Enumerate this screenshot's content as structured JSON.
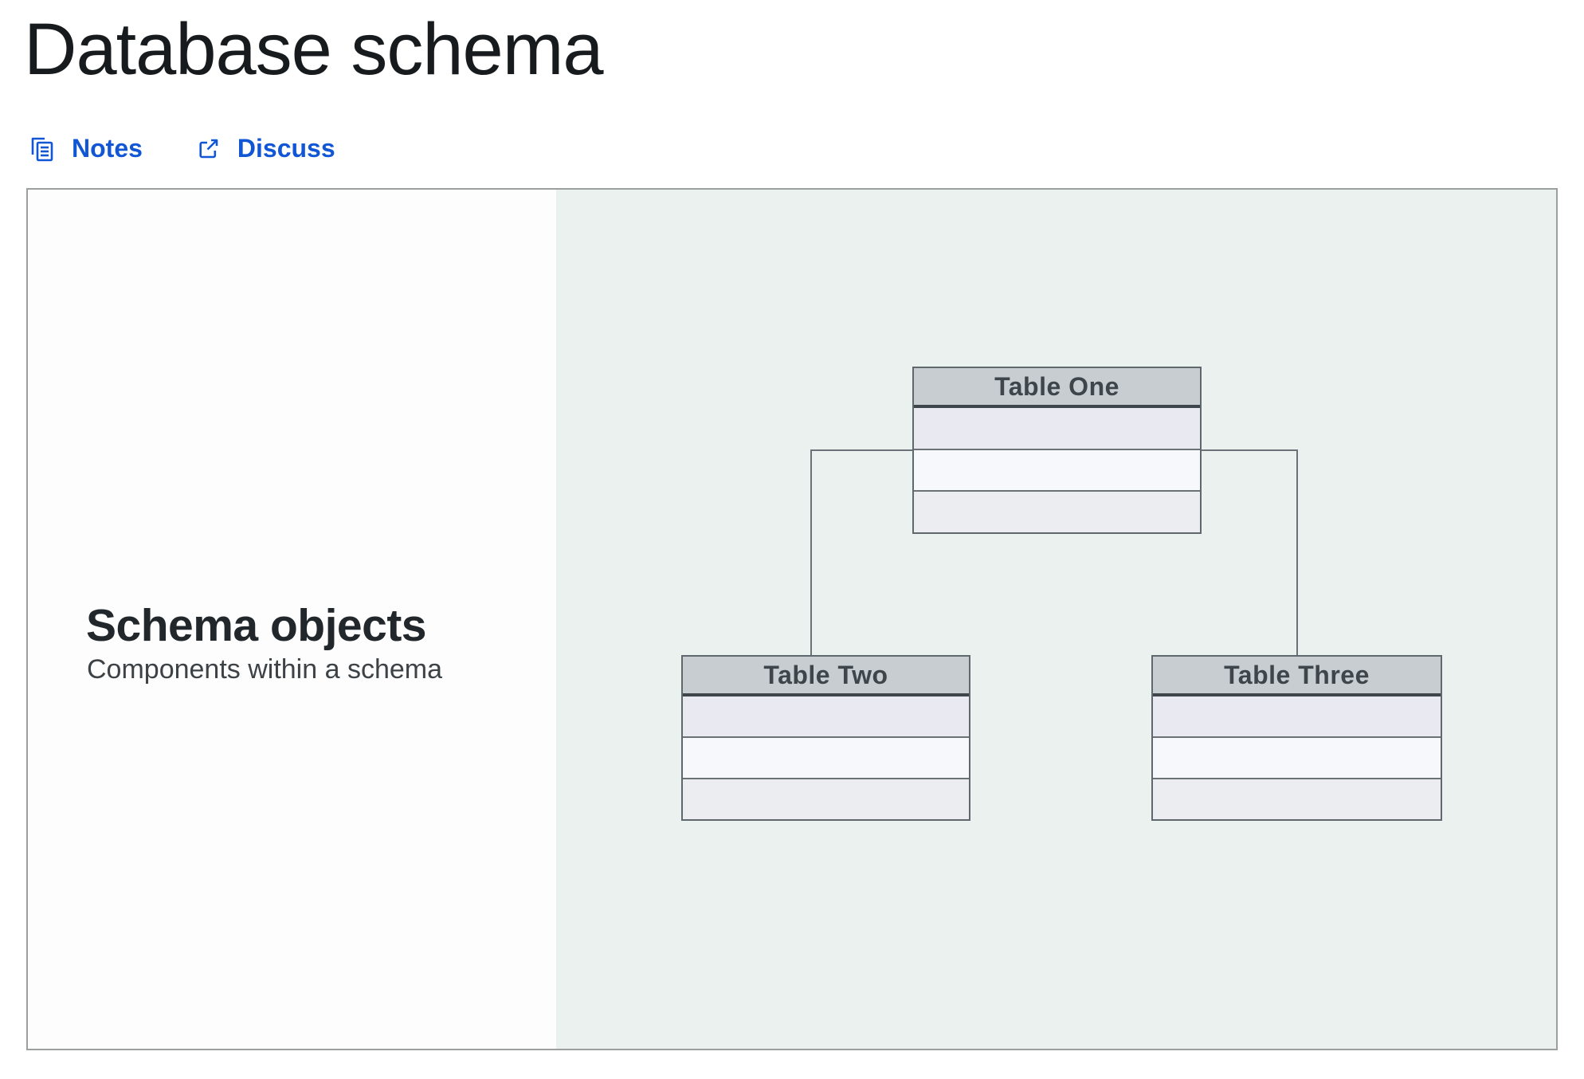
{
  "page": {
    "title": "Database schema"
  },
  "toolbar": {
    "notes": {
      "label": "Notes"
    },
    "discuss": {
      "label": "Discuss"
    }
  },
  "slide": {
    "heading": "Schema objects",
    "subheading": "Components within a schema",
    "diagram": {
      "tables": [
        {
          "name": "Table One",
          "empty_rows": 3
        },
        {
          "name": "Table Two",
          "empty_rows": 3
        },
        {
          "name": "Table Three",
          "empty_rows": 3
        }
      ],
      "relationships": [
        {
          "from": "Table One",
          "to": "Table Two"
        },
        {
          "from": "Table One",
          "to": "Table Three"
        }
      ]
    },
    "colors": {
      "title": "#181b1d",
      "link": "#1156d4",
      "frameborder": "#9b9f9f",
      "leftbg": "#fdfdfd",
      "rightbg": "#eaf1ee",
      "heading": "#22272b",
      "subheading": "#3d4246",
      "headerbg": "#c8cdd2",
      "headertext": "#3e464b",
      "tableborder": "#5f686d",
      "rowsep": "#6a7276",
      "row1": "#e9eaf1",
      "row2": "#f7f8fb",
      "row3": "#ebedf1",
      "connector": "#6b7378"
    }
  }
}
